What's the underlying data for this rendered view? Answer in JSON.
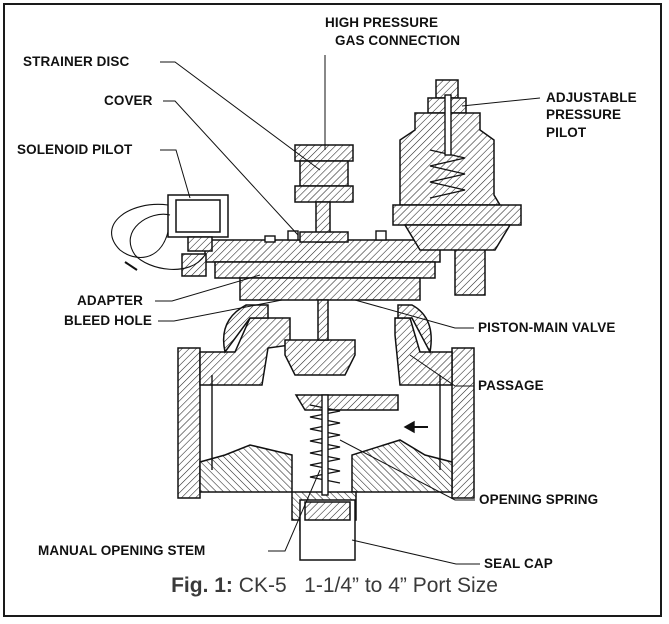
{
  "labels": {
    "high_pressure_1": "HIGH PRESSURE",
    "high_pressure_2": "GAS CONNECTION",
    "strainer_disc": "STRAINER DISC",
    "cover": "COVER",
    "solenoid_pilot": "SOLENOID PILOT",
    "adjustable_1": "ADJUSTABLE",
    "adjustable_2": "PRESSURE",
    "adjustable_3": "PILOT",
    "adapter": "ADAPTER",
    "bleed_hole": "BLEED HOLE",
    "piston_main_valve": "PISTON-MAIN VALVE",
    "passage": "PASSAGE",
    "opening_spring": "OPENING SPRING",
    "manual_opening_stem": "MANUAL OPENING STEM",
    "seal_cap": "SEAL CAP"
  },
  "caption": {
    "fig": "Fig. 1:",
    "model": "CK-5",
    "size": "1-1/4” to 4” Port Size"
  },
  "colors": {
    "ink": "#111111",
    "caption_text": "#3a3a3a",
    "border": "#1a1a1a"
  }
}
